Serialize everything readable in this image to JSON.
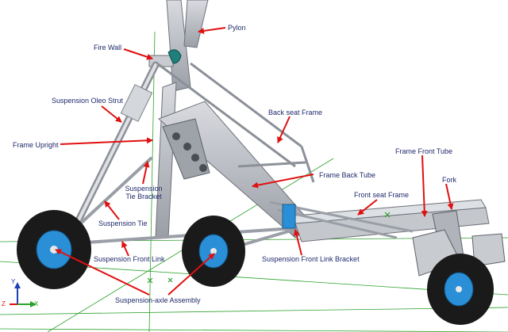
{
  "labels": {
    "pylon": "Pylon",
    "fire_wall": "Fire Wall",
    "suspension_oleo_strut": "Suspension Oleo Strut",
    "back_seat_frame": "Back seat Frame",
    "frame_upright": "Frame Upright",
    "frame_front_tube": "Frame Front Tube",
    "frame_back_tube": "Frame Back Tube",
    "suspension_tie_bracket_line1": "Suspension",
    "suspension_tie_bracket_line2": "Tie Bracket",
    "fork": "Fork",
    "front_seat_frame": "Front seat Frame",
    "suspension_tie": "Suspension Tie",
    "suspension_front_link": "Suspension Front Link",
    "suspension_front_link_bracket": "Suspension Front Link Bracket",
    "suspension_axle_assembly": "Suspension-axle Assembly"
  },
  "axes": {
    "y": "Y",
    "z": "Z",
    "x": "X"
  },
  "colors": {
    "label_text": "#1f2a6b",
    "arrow": "#e01010",
    "frame_metal": "#b9bcc2",
    "tire": "#1a1a1a",
    "hub": "#2a8fd6",
    "ground_lines": "#2ca02c"
  }
}
